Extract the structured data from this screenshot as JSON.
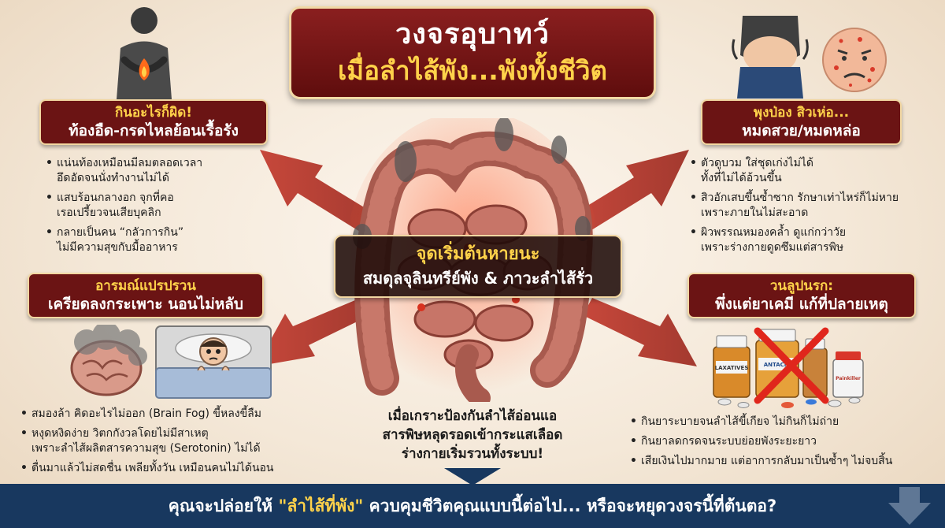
{
  "title": {
    "line1": "วงจรอุบาทว์",
    "line2": "เมื่อลำไส้พัง...พังทั้งชีวิต"
  },
  "top_left": {
    "header_line1": "กินอะไรก็ผิด!",
    "header_line2": "ท้องอืด-กรดไหลย้อนเรื้อรัง",
    "bullets": [
      [
        "แน่นท้องเหมือนมีลมตลอดเวลา",
        "อึดอัดจนนั่งทำงานไม่ได้"
      ],
      [
        "แสบร้อนกลางอก จุกที่คอ",
        "เรอเปรี้ยวจนเสียบุคลิก"
      ],
      [
        "กลายเป็นคน “กลัวการกิน”",
        "ไม่มีความสุขกับมื้ออาหาร"
      ]
    ]
  },
  "top_right": {
    "header_line1": "พุงป่อง สิวเห่อ...",
    "header_line2": "หมดสวย/หมดหล่อ",
    "bullets": [
      [
        "ตัวดูบวม ใส่ชุดเก่งไม่ได้",
        "ทั้งที่ไม่ได้อ้วนขึ้น"
      ],
      [
        "สิวอักเสบขึ้นซ้ำซาก รักษาเท่าไหร่ก็ไม่หาย",
        "เพราะภายในไม่สะอาด"
      ],
      [
        "ผิวพรรณหมองคล้ำ ดูแก่กว่าวัย",
        "เพราะร่างกายดูดซึมแต่สารพิษ"
      ]
    ]
  },
  "bottom_left": {
    "header_line1": "อารมณ์แปรปรวน",
    "header_line2": "เครียดลงกระเพาะ นอนไม่หลับ",
    "bullets": [
      [
        "สมองล้า คิดอะไรไม่ออก (Brain Fog) ขี้หลงขี้ลืม"
      ],
      [
        "หงุดหงิดง่าย วิตกกังวลโดยไม่มีสาเหตุ",
        "เพราะลำไส้ผลิตสารความสุข (Serotonin) ไม่ได้"
      ],
      [
        "ตื่นมาแล้วไม่สดชื่น เพลียทั้งวัน เหมือนคนไม่ได้นอน"
      ]
    ]
  },
  "bottom_right": {
    "header_line1": "วนลูปนรก:",
    "header_line2": "พึ่งแต่ยาเคมี แก้ที่ปลายเหตุ",
    "bullets": [
      [
        "กินยาระบายจนลำไส้ขี้เกียจ ไม่กินก็ไม่ถ่าย"
      ],
      [
        "กินยาลดกรดจนระบบย่อยพังระยะยาว"
      ],
      [
        "เสียเงินไปมากมาย แต่อาการกลับมาเป็นซ้ำๆ ไม่จบสิ้น"
      ]
    ],
    "bottle_labels": [
      "LAXATIVES",
      "ANTACID",
      "Painkiller"
    ]
  },
  "center": {
    "box_line1": "จุดเริ่มต้นหายนะ",
    "box_line2": "สมดุลจุลินทรีย์พัง & ภาวะลำไส้รั่ว",
    "text_lines": [
      "เมื่อเกราะป้องกันลำไส้อ่อนแอ",
      "สารพิษหลุดรอดเข้ากระแสเลือด",
      "ร่างกายเริ่มรวนทั้งระบบ!"
    ]
  },
  "bottom_bar": {
    "prefix": "คุณจะปล่อยให้ ",
    "highlight": "\"ลำไส้ที่พัง\"",
    "suffix": " ควบคุมชีวิตคุณแบบนี้ต่อไป... หรือจะหยุดวงจรนี้ที่ต้นตอ?"
  },
  "colors": {
    "banner_red": "#6b1414",
    "accent_yellow": "#ffd24a",
    "arrow_red": "#b5352a",
    "bottom_navy": "#18385f"
  }
}
